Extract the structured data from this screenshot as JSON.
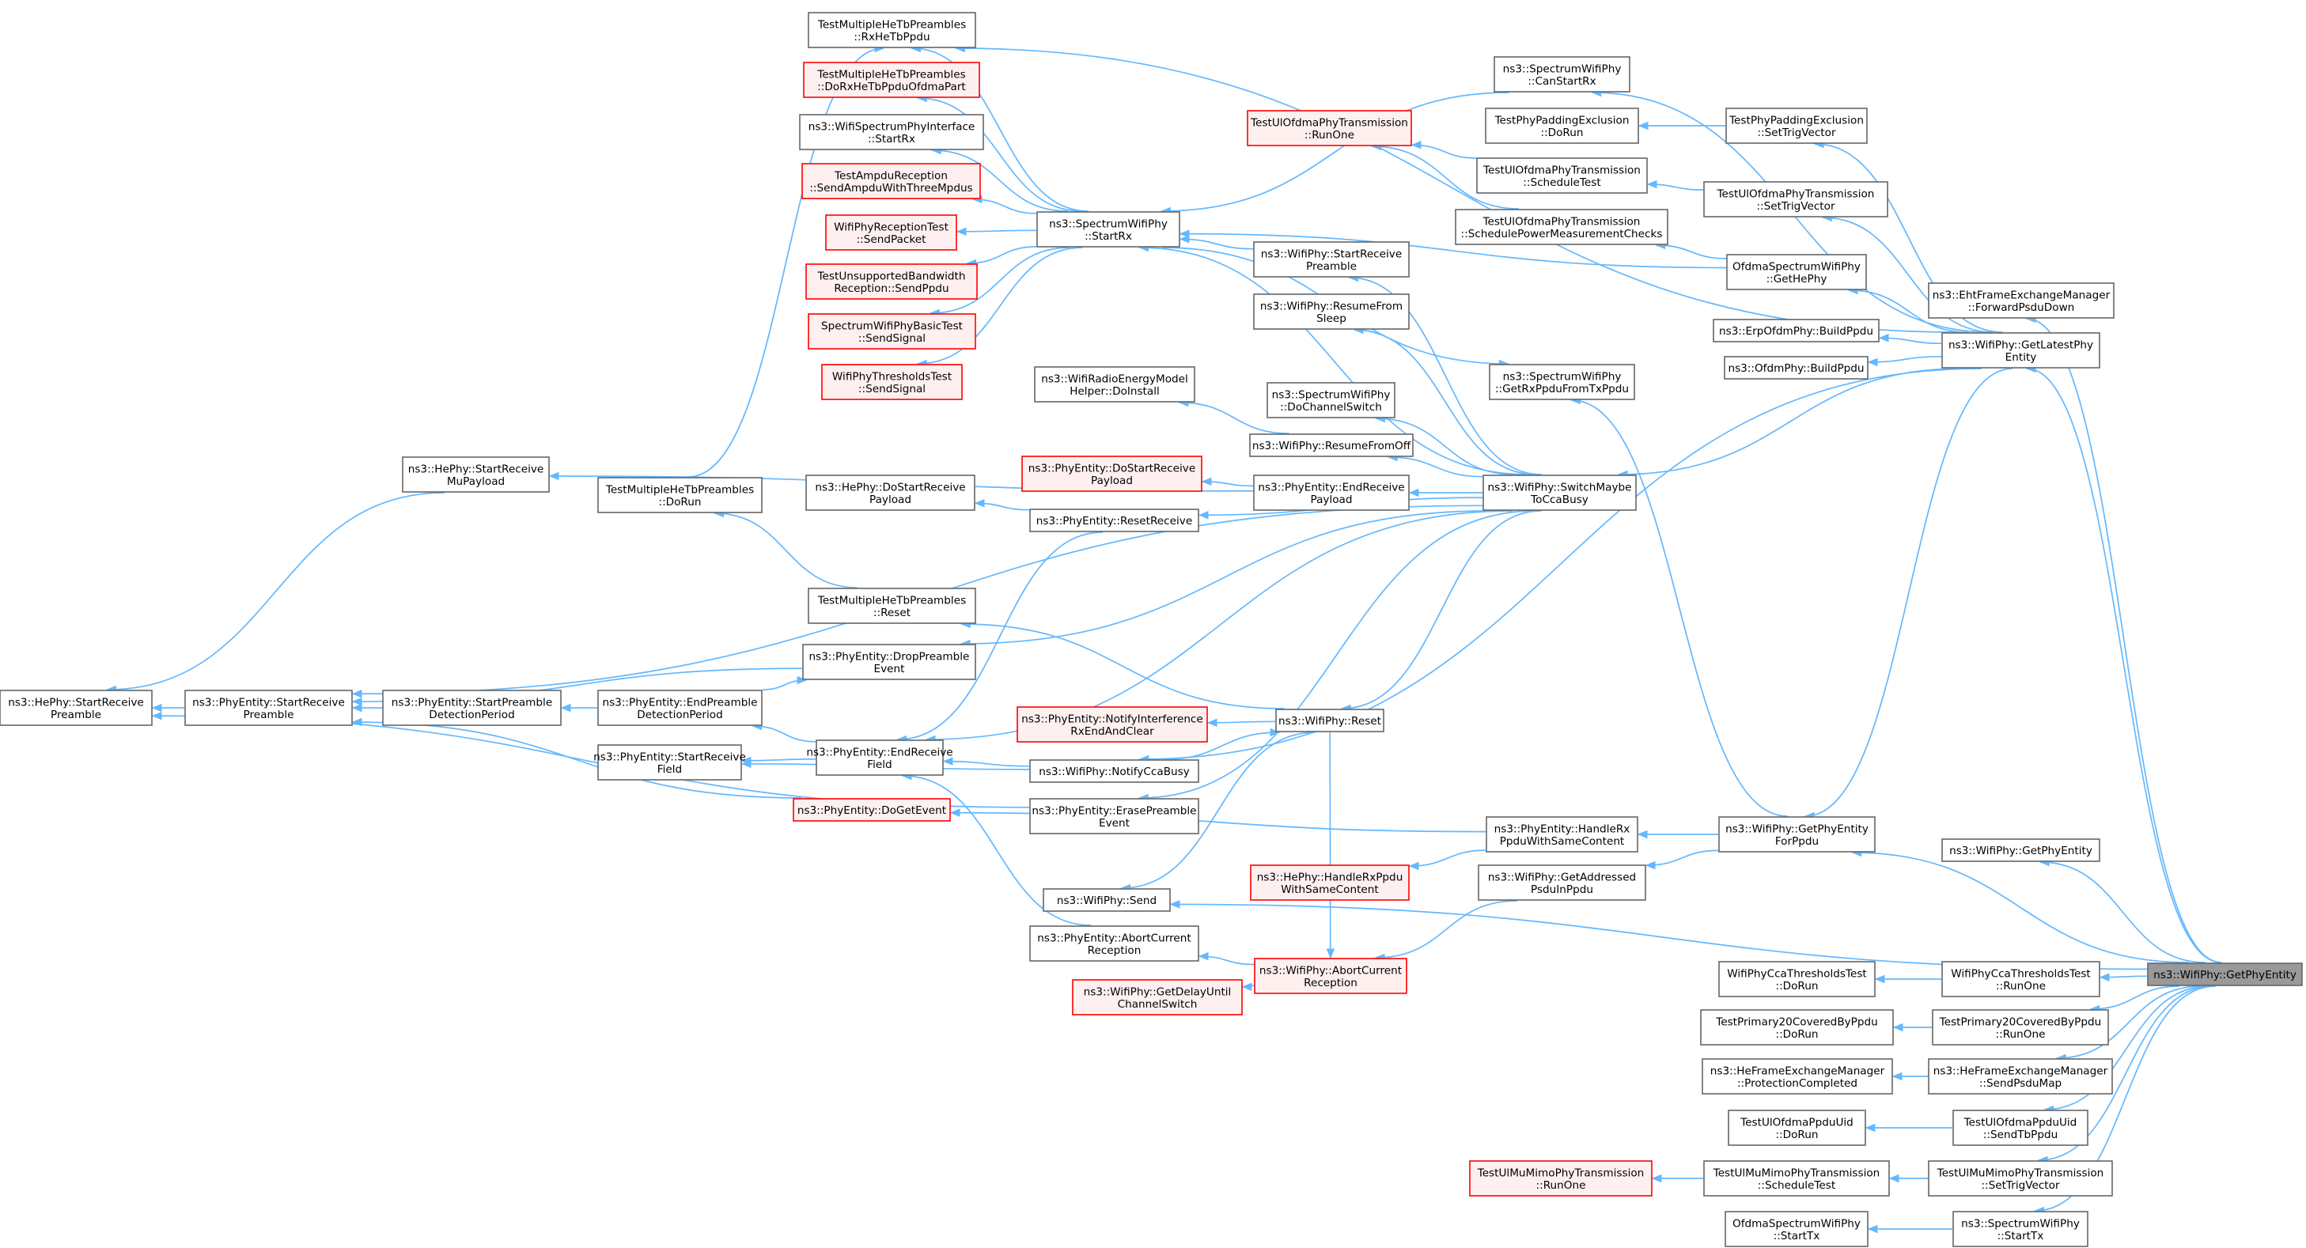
{
  "colors": {
    "edge": "#63b8ff",
    "node_border": "#666666",
    "highlight_border": "#ff0000",
    "highlight_fill": "#fff0f0",
    "root_fill": "#999999"
  },
  "nodes": [
    {
      "id": "n0",
      "lines": [
        "ns3::WifiPhy::GetPhyEntity"
      ],
      "style": "root"
    },
    {
      "id": "n1",
      "lines": [
        "ns3::EhtFrameExchangeManager",
        "::ForwardPsduDown"
      ]
    },
    {
      "id": "n2",
      "lines": [
        "ns3::WifiPhy::GetLatestPhy",
        "Entity"
      ]
    },
    {
      "id": "n3",
      "lines": [
        "ns3::WifiPhy::GetPhyEntity",
        "ForPpdu"
      ]
    },
    {
      "id": "n4",
      "lines": [
        "ns3::WifiPhy::GetPhyEntity"
      ]
    },
    {
      "id": "n5",
      "lines": [
        "WifiPhyCcaThresholdsTest",
        "::RunOne"
      ]
    },
    {
      "id": "n6",
      "lines": [
        "WifiPhyCcaThresholdsTest",
        "::DoRun"
      ]
    },
    {
      "id": "n7",
      "lines": [
        "TestPrimary20CoveredByPpdu",
        "::RunOne"
      ]
    },
    {
      "id": "n8",
      "lines": [
        "TestPrimary20CoveredByPpdu",
        "::DoRun"
      ]
    },
    {
      "id": "n9",
      "lines": [
        "ns3::HeFrameExchangeManager",
        "::SendPsduMap"
      ]
    },
    {
      "id": "n10",
      "lines": [
        "ns3::HeFrameExchangeManager",
        "::ProtectionCompleted"
      ]
    },
    {
      "id": "n11",
      "lines": [
        "TestUlOfdmaPpduUid",
        "::SendTbPpdu"
      ]
    },
    {
      "id": "n12",
      "lines": [
        "TestUlOfdmaPpduUid",
        "::DoRun"
      ]
    },
    {
      "id": "n13",
      "lines": [
        "TestUlMuMimoPhyTransmission",
        "::SetTrigVector"
      ]
    },
    {
      "id": "n14",
      "lines": [
        "TestUlMuMimoPhyTransmission",
        "::ScheduleTest"
      ]
    },
    {
      "id": "n15",
      "lines": [
        "TestUlMuMimoPhyTransmission",
        "::RunOne"
      ],
      "style": "red"
    },
    {
      "id": "n16",
      "lines": [
        "ns3::SpectrumWifiPhy",
        "::StartTx"
      ]
    },
    {
      "id": "n17",
      "lines": [
        "OfdmaSpectrumWifiPhy",
        "::StartTx"
      ]
    },
    {
      "id": "n18",
      "lines": [
        "ns3::WifiPhy::Send"
      ]
    },
    {
      "id": "n19",
      "lines": [
        "ns3::PhyEntity::HandleRx",
        "PpduWithSameContent"
      ]
    },
    {
      "id": "n20",
      "lines": [
        "ns3::WifiPhy::GetAddressed",
        "PsduInPpdu"
      ]
    },
    {
      "id": "n21",
      "lines": [
        "ns3::SpectrumWifiPhy",
        "::GetRxPpduFromTxPpdu"
      ]
    },
    {
      "id": "n22",
      "lines": [
        "ns3::PhyEntity::DoGetEvent"
      ],
      "style": "red"
    },
    {
      "id": "n23",
      "lines": [
        "ns3::HePhy::HandleRxPpdu",
        "WithSameContent"
      ],
      "style": "red"
    },
    {
      "id": "n24",
      "lines": [
        "ns3::WifiPhy::AbortCurrent",
        "Reception"
      ],
      "style": "red"
    },
    {
      "id": "n25",
      "lines": [
        "ns3::PhyEntity::AbortCurrent",
        "Reception"
      ]
    },
    {
      "id": "n26",
      "lines": [
        "ns3::WifiPhy::GetDelayUntil",
        "ChannelSwitch"
      ],
      "style": "red"
    },
    {
      "id": "n27",
      "lines": [
        "ns3::PhyEntity::EndReceive",
        "Field"
      ]
    },
    {
      "id": "n28",
      "lines": [
        "ns3::PhyEntity::StartReceive",
        "Field"
      ]
    },
    {
      "id": "n29",
      "lines": [
        "ns3::PhyEntity::StartReceive",
        "Preamble"
      ]
    },
    {
      "id": "n30",
      "lines": [
        "ns3::HePhy::StartReceive",
        "Preamble"
      ]
    },
    {
      "id": "n31",
      "lines": [
        "ns3::PhyEntity::StartPreamble",
        "DetectionPeriod"
      ]
    },
    {
      "id": "n32",
      "lines": [
        "ns3::PhyEntity::EndPreamble",
        "DetectionPeriod"
      ]
    },
    {
      "id": "n33",
      "lines": [
        "ns3::PhyEntity::DropPreamble",
        "Event"
      ]
    },
    {
      "id": "n34",
      "lines": [
        "ns3::WifiPhy::NotifyCcaBusy"
      ]
    },
    {
      "id": "n35",
      "lines": [
        "ns3::PhyEntity::ErasePreamble",
        "Event"
      ]
    },
    {
      "id": "n36",
      "lines": [
        "ns3::WifiPhy::Reset"
      ]
    },
    {
      "id": "n37",
      "lines": [
        "ns3::PhyEntity::NotifyInterference",
        "RxEndAndClear"
      ],
      "style": "red"
    },
    {
      "id": "n38",
      "lines": [
        "TestMultipleHeTbPreambles",
        "::Reset"
      ]
    },
    {
      "id": "n39",
      "lines": [
        "TestMultipleHeTbPreambles",
        "::DoRun"
      ]
    },
    {
      "id": "n40",
      "lines": [
        "ns3::HePhy::StartReceive",
        "MuPayload"
      ]
    },
    {
      "id": "n41",
      "lines": [
        "ns3::WifiPhy::SwitchMaybe",
        "ToCcaBusy"
      ]
    },
    {
      "id": "n42",
      "lines": [
        "ns3::PhyEntity::ResetReceive"
      ]
    },
    {
      "id": "n43",
      "lines": [
        "ns3::HePhy::DoStartReceive",
        "Payload"
      ]
    },
    {
      "id": "n44",
      "lines": [
        "ns3::PhyEntity::DoStartReceive",
        "Payload"
      ],
      "style": "red"
    },
    {
      "id": "n45",
      "lines": [
        "ns3::PhyEntity::EndReceive",
        "Payload"
      ]
    },
    {
      "id": "n46",
      "lines": [
        "ns3::WifiPhy::ResumeFromOff"
      ]
    },
    {
      "id": "n47",
      "lines": [
        "ns3::WifiRadioEnergyModel",
        "Helper::DoInstall"
      ]
    },
    {
      "id": "n48",
      "lines": [
        "ns3::SpectrumWifiPhy",
        "::DoChannelSwitch"
      ]
    },
    {
      "id": "n49",
      "lines": [
        "ns3::WifiPhy::ResumeFrom",
        "Sleep"
      ]
    },
    {
      "id": "n50",
      "lines": [
        "ns3::WifiPhy::StartReceive",
        "Preamble"
      ]
    },
    {
      "id": "n51",
      "lines": [
        "ns3::SpectrumWifiPhy",
        "::StartRx"
      ]
    },
    {
      "id": "n52",
      "lines": [
        "TestMultipleHeTbPreambles",
        "::RxHeTbPpdu"
      ]
    },
    {
      "id": "n53",
      "lines": [
        "TestMultipleHeTbPreambles",
        "::DoRxHeTbPpduOfdmaPart"
      ],
      "style": "red"
    },
    {
      "id": "n54",
      "lines": [
        "ns3::WifiSpectrumPhyInterface",
        "::StartRx"
      ]
    },
    {
      "id": "n55",
      "lines": [
        "TestAmpduReception",
        "::SendAmpduWithThreeMpdus"
      ],
      "style": "red"
    },
    {
      "id": "n56",
      "lines": [
        "WifiPhyReceptionTest",
        "::SendPacket"
      ],
      "style": "red"
    },
    {
      "id": "n57",
      "lines": [
        "TestUnsupportedBandwidth",
        "Reception::SendPpdu"
      ],
      "style": "red"
    },
    {
      "id": "n58",
      "lines": [
        "SpectrumWifiPhyBasicTest",
        "::SendSignal"
      ],
      "style": "red"
    },
    {
      "id": "n59",
      "lines": [
        "WifiPhyThresholdsTest",
        "::SendSignal"
      ],
      "style": "red"
    },
    {
      "id": "n60",
      "lines": [
        "ns3::SpectrumWifiPhy",
        "::CanStartRx"
      ]
    },
    {
      "id": "n61",
      "lines": [
        "TestUlOfdmaPhyTransmission",
        "::RunOne"
      ],
      "style": "red"
    },
    {
      "id": "n62",
      "lines": [
        "TestUlOfdmaPhyTransmission",
        "::ScheduleTest"
      ]
    },
    {
      "id": "n63",
      "lines": [
        "TestUlOfdmaPhyTransmission",
        "::SchedulePowerMeasurementChecks"
      ]
    },
    {
      "id": "n64",
      "lines": [
        "TestPhyPaddingExclusion",
        "::DoRun"
      ]
    },
    {
      "id": "n65",
      "lines": [
        "TestPhyPaddingExclusion",
        "::SetTrigVector"
      ]
    },
    {
      "id": "n66",
      "lines": [
        "TestUlOfdmaPhyTransmission",
        "::SetTrigVector"
      ]
    },
    {
      "id": "n67",
      "lines": [
        "OfdmaSpectrumWifiPhy",
        "::GetHePhy"
      ]
    },
    {
      "id": "n68",
      "lines": [
        "ns3::ErpOfdmPhy::BuildPpdu"
      ]
    },
    {
      "id": "n69",
      "lines": [
        "ns3::OfdmPhy::BuildPpdu"
      ]
    }
  ],
  "edges": [
    [
      "n1",
      "n0"
    ],
    [
      "n2",
      "n0"
    ],
    [
      "n3",
      "n0"
    ],
    [
      "n4",
      "n0"
    ],
    [
      "n5",
      "n0"
    ],
    [
      "n7",
      "n0"
    ],
    [
      "n9",
      "n0"
    ],
    [
      "n11",
      "n0"
    ],
    [
      "n13",
      "n0"
    ],
    [
      "n16",
      "n0"
    ],
    [
      "n18",
      "n0"
    ],
    [
      "n6",
      "n5"
    ],
    [
      "n8",
      "n7"
    ],
    [
      "n10",
      "n9"
    ],
    [
      "n12",
      "n11"
    ],
    [
      "n14",
      "n13"
    ],
    [
      "n15",
      "n14"
    ],
    [
      "n17",
      "n16"
    ],
    [
      "n19",
      "n3"
    ],
    [
      "n20",
      "n3"
    ],
    [
      "n21",
      "n3"
    ],
    [
      "n22",
      "n19"
    ],
    [
      "n23",
      "n19"
    ],
    [
      "n24",
      "n20"
    ],
    [
      "n25",
      "n24"
    ],
    [
      "n26",
      "n24"
    ],
    [
      "n27",
      "n25"
    ],
    [
      "n28",
      "n27"
    ],
    [
      "n32",
      "n27"
    ],
    [
      "n31",
      "n32"
    ],
    [
      "n29",
      "n31"
    ],
    [
      "n30",
      "n29"
    ],
    [
      "n29",
      "n22"
    ],
    [
      "n30",
      "n35"
    ],
    [
      "n33",
      "n32"
    ],
    [
      "n29",
      "n33"
    ],
    [
      "n27",
      "n34"
    ],
    [
      "n28",
      "n34"
    ],
    [
      "n36",
      "n34"
    ],
    [
      "n37",
      "n36"
    ],
    [
      "n38",
      "n36"
    ],
    [
      "n39",
      "n38"
    ],
    [
      "n52",
      "n39"
    ],
    [
      "n18",
      "n36"
    ],
    [
      "n24",
      "n36"
    ],
    [
      "n35",
      "n41"
    ],
    [
      "n36",
      "n41"
    ],
    [
      "n34",
      "n2"
    ],
    [
      "n27",
      "n42"
    ],
    [
      "n45",
      "n41"
    ],
    [
      "n44",
      "n45"
    ],
    [
      "n43",
      "n42"
    ],
    [
      "n46",
      "n41"
    ],
    [
      "n47",
      "n46"
    ],
    [
      "n48",
      "n41"
    ],
    [
      "n49",
      "n41"
    ],
    [
      "n50",
      "n41"
    ],
    [
      "n51",
      "n50"
    ],
    [
      "n29",
      "n41"
    ],
    [
      "n42",
      "n41"
    ],
    [
      "n27",
      "n41"
    ],
    [
      "n40",
      "n45"
    ],
    [
      "n30",
      "n40"
    ],
    [
      "n33",
      "n41"
    ],
    [
      "n41",
      "n2"
    ],
    [
      "n51",
      "n41"
    ],
    [
      "n52",
      "n51"
    ],
    [
      "n53",
      "n51"
    ],
    [
      "n54",
      "n51"
    ],
    [
      "n55",
      "n51"
    ],
    [
      "n56",
      "n51"
    ],
    [
      "n57",
      "n51"
    ],
    [
      "n58",
      "n51"
    ],
    [
      "n59",
      "n51"
    ],
    [
      "n60",
      "n2"
    ],
    [
      "n51",
      "n60"
    ],
    [
      "n52",
      "n2"
    ],
    [
      "n61",
      "n62"
    ],
    [
      "n61",
      "n63"
    ],
    [
      "n62",
      "n66"
    ],
    [
      "n63",
      "n67"
    ],
    [
      "n64",
      "n65"
    ],
    [
      "n65",
      "n2"
    ],
    [
      "n66",
      "n2"
    ],
    [
      "n67",
      "n2"
    ],
    [
      "n68",
      "n2"
    ],
    [
      "n69",
      "n2"
    ],
    [
      "n21",
      "n51"
    ],
    [
      "n3",
      "n2"
    ],
    [
      "n51",
      "n67"
    ]
  ]
}
